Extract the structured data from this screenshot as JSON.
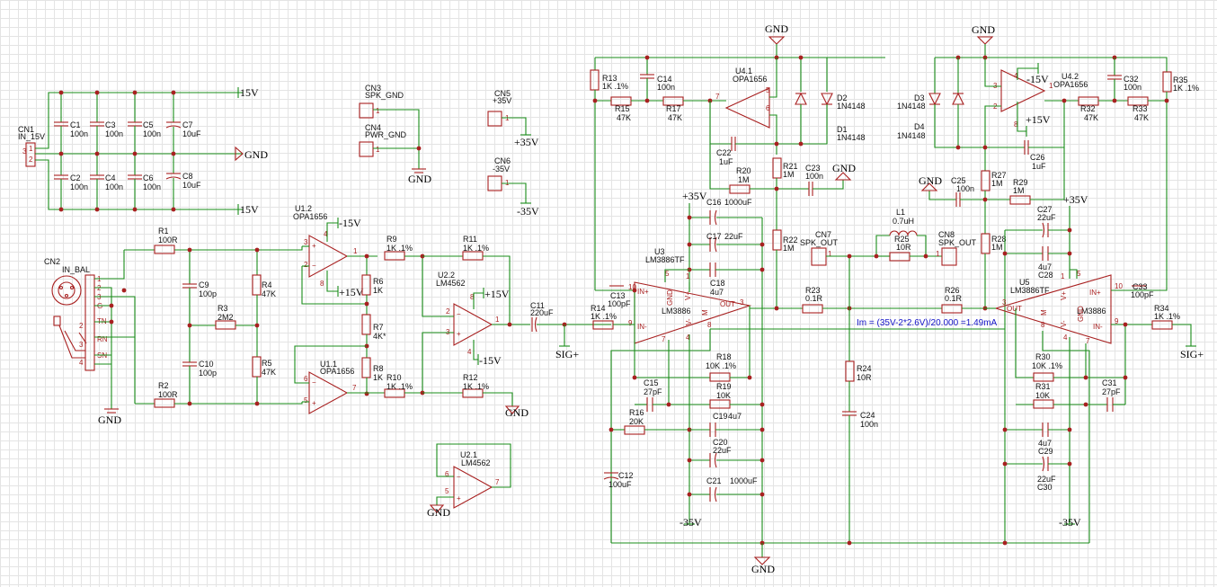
{
  "power": {
    "p15": "15V",
    "m15": "-15V",
    "gnd": "GND",
    "p35": "+35V",
    "m35": "-35V",
    "sig": "SIG+",
    "pp15": "+15V"
  },
  "connectors": {
    "cn1": {
      "ref": "CN1",
      "name": "IN_15V"
    },
    "cn2": {
      "ref": "CN2",
      "name": "IN_BAL",
      "pins": [
        "1",
        "2",
        "3",
        "G",
        "TN",
        "RN",
        "SN"
      ]
    },
    "cn3": {
      "ref": "CN3",
      "name": "SPK_GND"
    },
    "cn4": {
      "ref": "CN4",
      "name": "PWR_GND"
    },
    "cn5": {
      "ref": "CN5",
      "name": "+35V"
    },
    "cn6": {
      "ref": "CN6",
      "name": "-35V"
    },
    "cn7": {
      "ref": "CN7",
      "name": "SPK_OUT"
    },
    "cn8": {
      "ref": "CN8",
      "name": "SPK_OUT"
    }
  },
  "caps": {
    "C1": "100n",
    "C2": "100n",
    "C3": "100n",
    "C4": "100n",
    "C5": "100n",
    "C6": "100n",
    "C7": "10uF",
    "C8": "10uF",
    "C9": "100p",
    "C10": "100p",
    "C11": "220uF",
    "C12": "100uF",
    "C13": "100pF",
    "C14": "100n",
    "C15": "27pF",
    "C16": "1000uF",
    "C17": "22uF",
    "C18": "4u7",
    "C19": "4u7",
    "C20": "22uF",
    "C21": "1000uF",
    "C22": "1uF",
    "C23": "100n",
    "C24": "100n",
    "C25": "100n",
    "C26": "1uF",
    "C27": "22uF",
    "C28": "4u7",
    "C29": "4u7",
    "C30": "22uF",
    "C31": "27pF",
    "C32": "100n",
    "C33": "100pF"
  },
  "resistors": {
    "R1": "100R",
    "R2": "100R",
    "R3": "2M2",
    "R4": "47K",
    "R5": "47K",
    "R6": "1K",
    "R7": "4K*",
    "R8": "1K",
    "R9": "1K .1%",
    "R10": "1K .1%",
    "R11": "1K .1%",
    "R12": "1K .1%",
    "R13": "1K .1%",
    "R14": "1K .1%",
    "R15": "47K",
    "R16": "20K",
    "R17": "47K",
    "R18": "10K .1%",
    "R19": "10K",
    "R20": "1M",
    "R21": "1M",
    "R22": "1M",
    "R23": "0.1R",
    "R24": "10R",
    "R25": "10R",
    "R26": "0.1R",
    "R27": "1M",
    "R28": "1M",
    "R29": "1M",
    "R30": "10K .1%",
    "R31": "10K",
    "R32": "47K",
    "R33": "47K",
    "R34": "1K .1%",
    "R35": "1K .1%"
  },
  "ics": {
    "u11": {
      "ref": "U1.1",
      "part": "OPA1656"
    },
    "u12": {
      "ref": "U1.2",
      "part": "OPA1656"
    },
    "u21": {
      "ref": "U2.1",
      "part": "LM4562"
    },
    "u22": {
      "ref": "U2.2",
      "part": "LM4562"
    },
    "u3": {
      "ref": "U3",
      "part": "LM3886TF",
      "body": "LM3886"
    },
    "u41": {
      "ref": "U4.1",
      "part": "OPA1656"
    },
    "u42": {
      "ref": "U4.2",
      "part": "OPA1656"
    },
    "u5": {
      "ref": "U5",
      "part": "LM3886TF",
      "body": "LM3886"
    }
  },
  "lm3886_pins": {
    "in_plus": "IN+",
    "in_minus": "IN-",
    "out": "OUT",
    "gnd": "GND",
    "m": "M",
    "vp": "V+",
    "vm": "V-"
  },
  "diodes": {
    "D1": "1N4148",
    "D2": "1N4148",
    "D3": "1N4148",
    "D4": "1N4148"
  },
  "inductor": {
    "L1": "0.7uH"
  },
  "annotation": "Im = (35V-2*2.6V)/20.000 =1.49mA"
}
